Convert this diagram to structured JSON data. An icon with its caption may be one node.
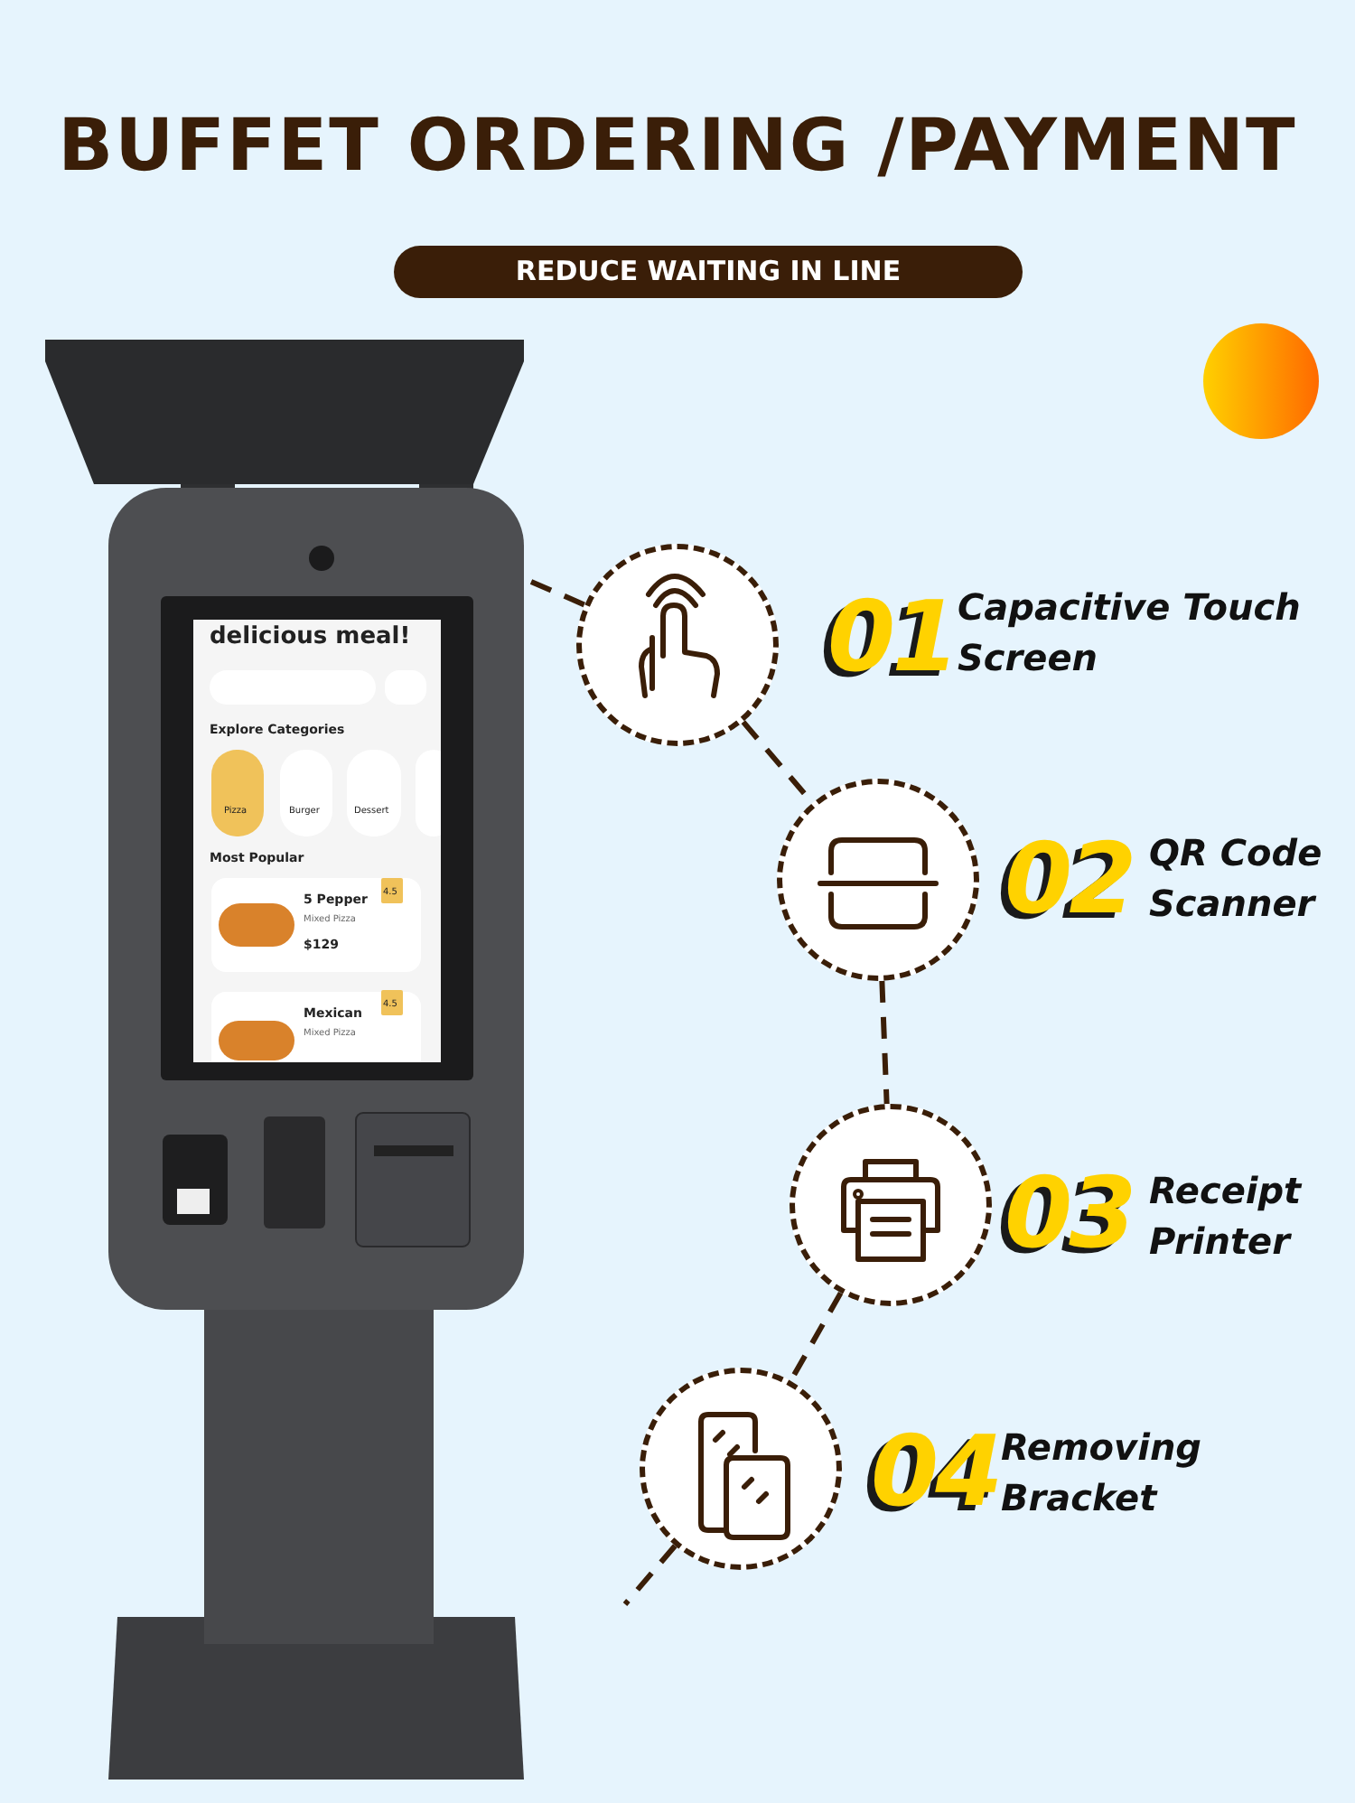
{
  "diagram": {
    "nodes": [
      {
        "text": [],
        "shape": "circle",
        "beside": [
          "01",
          "Capacitive Touch Screen"
        ]
      },
      {
        "text": [],
        "shape": "circle",
        "beside": [
          "02",
          "QR Code Scanner"
        ]
      },
      {
        "text": [],
        "shape": "circle",
        "beside": [
          "03",
          "Receipt Printer"
        ]
      },
      {
        "text": [],
        "shape": "circle",
        "beside": [
          "04",
          "Removing Bracket"
        ]
      }
    ],
    "edges": [
      {
        "from": null,
        "to": 0,
        "arrow": "none",
        "style": "dashed"
      },
      {
        "from": 0,
        "to": 1,
        "arrow": "none",
        "style": "dashed"
      },
      {
        "from": 1,
        "to": 2,
        "arrow": "none",
        "style": "dashed"
      },
      {
        "from": 2,
        "to": 3,
        "arrow": "none",
        "style": "dashed"
      },
      {
        "from": 3,
        "to": null,
        "arrow": "none",
        "style": "dashed"
      }
    ],
    "labels": [
      "BUFFET ORDERING /PAYMENT",
      "REDUCE WAITING IN LINE",
      "delicious meal!",
      "Explore Categories",
      "Pizza",
      "Burger",
      "Dessert",
      "Most Popular",
      "5 Pepper",
      "4.5",
      "Mixed Pizza",
      "$129",
      "Mexican",
      "4.5",
      "Mixed Pizza"
    ]
  }
}
